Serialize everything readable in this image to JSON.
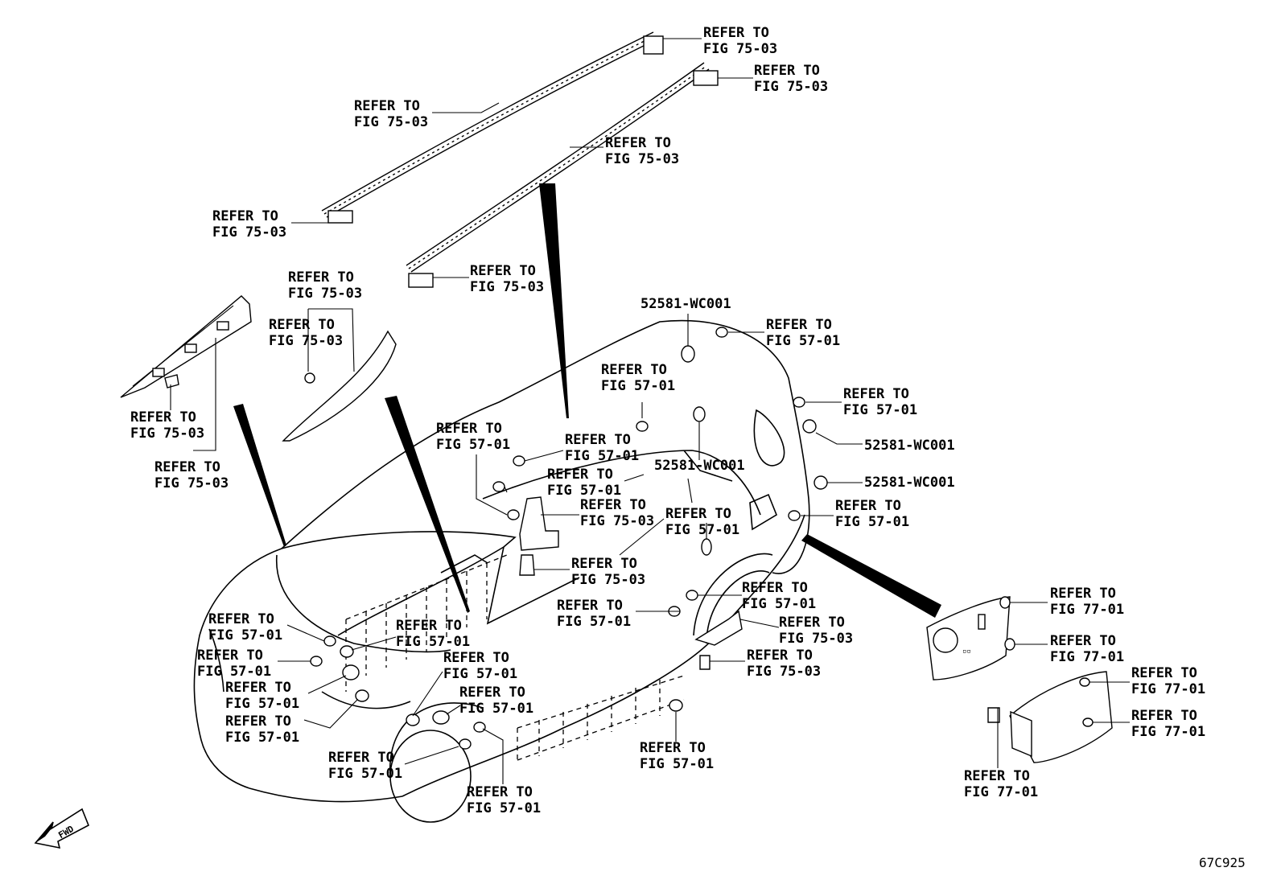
{
  "labels": {
    "roof_rail_front_clip": [
      "REFER TO",
      "FIG 75-03"
    ],
    "roof_rail_rear_clip": [
      "REFER TO",
      "FIG 75-03"
    ],
    "roof_rail_left_molding": [
      "REFER TO",
      "FIG 75-03"
    ],
    "roof_rail_right_molding": [
      "REFER TO",
      "FIG 75-03"
    ],
    "roof_rail_left_end_clip": [
      "REFER TO",
      "FIG 75-03"
    ],
    "roof_rail_right_end_clip": [
      "REFER TO",
      "FIG 75-03"
    ],
    "pillar_garnish_top": [
      "REFER TO",
      "FIG 75-03"
    ],
    "pillar_garnish_clip": [
      "REFER TO",
      "FIG 75-03"
    ],
    "windshield_molding_lower": [
      "REFER TO",
      "FIG 75-03"
    ],
    "windshield_molding_bottom": [
      "REFER TO",
      "FIG 75-03"
    ],
    "roof_plug_part": "52581-WC001",
    "roof_rear_plug": [
      "REFER TO",
      "FIG 57-01"
    ],
    "roof_center_plug": [
      "REFER TO",
      "FIG 57-01"
    ],
    "quarter_upper_plug": [
      "REFER TO",
      "FIG 57-01"
    ],
    "quarter_plug_part_1": "52581-WC001",
    "quarter_plug_part_2": "52581-WC001",
    "door_plug_part": "52581-WC001",
    "door_upper_plug": [
      "REFER TO",
      "FIG 57-01"
    ],
    "door_plug_a": [
      "REFER TO",
      "FIG 57-01"
    ],
    "door_plug_b": [
      "REFER TO",
      "FIG 57-01"
    ],
    "hinge_bracket": [
      "REFER TO",
      "FIG 75-03"
    ],
    "hinge_clip": [
      "REFER TO",
      "FIG 75-03"
    ],
    "rocker_plug_upper": [
      "REFER TO",
      "FIG 57-01"
    ],
    "tail_plug": [
      "REFER TO",
      "FIG 57-01"
    ],
    "wheel_arch_plug": [
      "REFER TO",
      "FIG 57-01"
    ],
    "wheel_arch_bracket": [
      "REFER TO",
      "FIG 75-03"
    ],
    "wheel_arch_clip": [
      "REFER TO",
      "FIG 75-03"
    ],
    "rocker_plug_mid": [
      "REFER TO",
      "FIG 57-01"
    ],
    "rocker_plug_lower": [
      "REFER TO",
      "FIG 57-01"
    ],
    "fuel_door_box_1": [
      "REFER TO",
      "FIG 77-01"
    ],
    "fuel_door_box_2": [
      "REFER TO",
      "FIG 77-01"
    ],
    "fuel_door_1": [
      "REFER TO",
      "FIG 77-01"
    ],
    "fuel_door_2": [
      "REFER TO",
      "FIG 77-01"
    ],
    "fuel_door_hinge": [
      "REFER TO",
      "FIG 77-01"
    ],
    "front_plug_1": [
      "REFER TO",
      "FIG 57-01"
    ],
    "front_plug_2": [
      "REFER TO",
      "FIG 57-01"
    ],
    "front_plug_3": [
      "REFER TO",
      "FIG 57-01"
    ],
    "front_plug_4": [
      "REFER TO",
      "FIG 57-01"
    ],
    "hood_plug": [
      "REFER TO",
      "FIG 57-01"
    ],
    "fender_plug_1": [
      "REFER TO",
      "FIG 57-01"
    ],
    "fender_plug_2": [
      "REFER TO",
      "FIG 57-01"
    ],
    "front_wheel_plug": [
      "REFER TO",
      "FIG 57-01"
    ],
    "front_rocker_plug": [
      "REFER TO",
      "FIG 57-01"
    ]
  },
  "fwd_arrow": "FWD",
  "figure_code": "67C925",
  "icons": {
    "direction": "fwd-arrow-icon"
  }
}
